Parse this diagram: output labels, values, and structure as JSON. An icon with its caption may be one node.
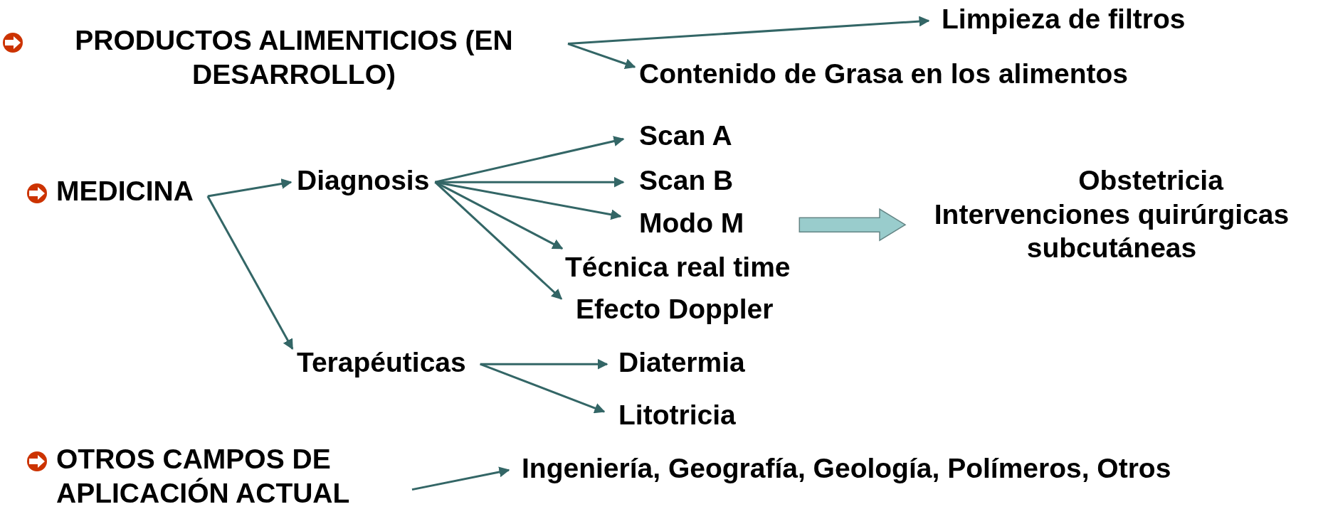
{
  "diagram": {
    "nodes": [
      {
        "text": [
          "PRODUCTOS ALIMENTICIOS (EN DESARROLLO)"
        ]
      },
      {
        "text": [
          "Limpieza de filtros"
        ]
      },
      {
        "text": [
          "Contenido de Grasa en los alimentos"
        ]
      },
      {
        "text": [
          "MEDICINA"
        ]
      },
      {
        "text": [
          "Diagnosis"
        ]
      },
      {
        "text": [
          "Scan A"
        ]
      },
      {
        "text": [
          "Scan B"
        ]
      },
      {
        "text": [
          "Modo M"
        ]
      },
      {
        "text": [
          "Técnica real time"
        ]
      },
      {
        "text": [
          "Efecto Doppler"
        ]
      },
      {
        "text": [
          "Obstetricia",
          "Intervenciones quirúrgicas subcutáneas"
        ]
      },
      {
        "text": [
          "Terapéuticas"
        ]
      },
      {
        "text": [
          "Diatermia"
        ]
      },
      {
        "text": [
          "Litotricia"
        ]
      },
      {
        "text": [
          "OTROS CAMPOS DE APLICACIÓN ACTUAL"
        ]
      },
      {
        "text": [
          "Ingeniería, Geografía, Geología, Polímeros, Otros"
        ]
      }
    ],
    "edges": [
      {
        "from": 0,
        "to": 1,
        "arrow": "to"
      },
      {
        "from": 0,
        "to": 2,
        "arrow": "to"
      },
      {
        "from": 3,
        "to": 4,
        "arrow": "to"
      },
      {
        "from": 3,
        "to": 11,
        "arrow": "to"
      },
      {
        "from": 4,
        "to": 5,
        "arrow": "to"
      },
      {
        "from": 4,
        "to": 6,
        "arrow": "to"
      },
      {
        "from": 4,
        "to": 7,
        "arrow": "to"
      },
      {
        "from": 4,
        "to": 8,
        "arrow": "to"
      },
      {
        "from": 4,
        "to": 9,
        "arrow": "to"
      },
      {
        "from": 7,
        "to": 10,
        "arrow": "to",
        "style": "thick",
        "color": "#99cccc"
      },
      {
        "from": 11,
        "to": 12,
        "arrow": "to"
      },
      {
        "from": 11,
        "to": 13,
        "arrow": "to"
      },
      {
        "from": 14,
        "to": 15,
        "arrow": "to"
      }
    ]
  }
}
